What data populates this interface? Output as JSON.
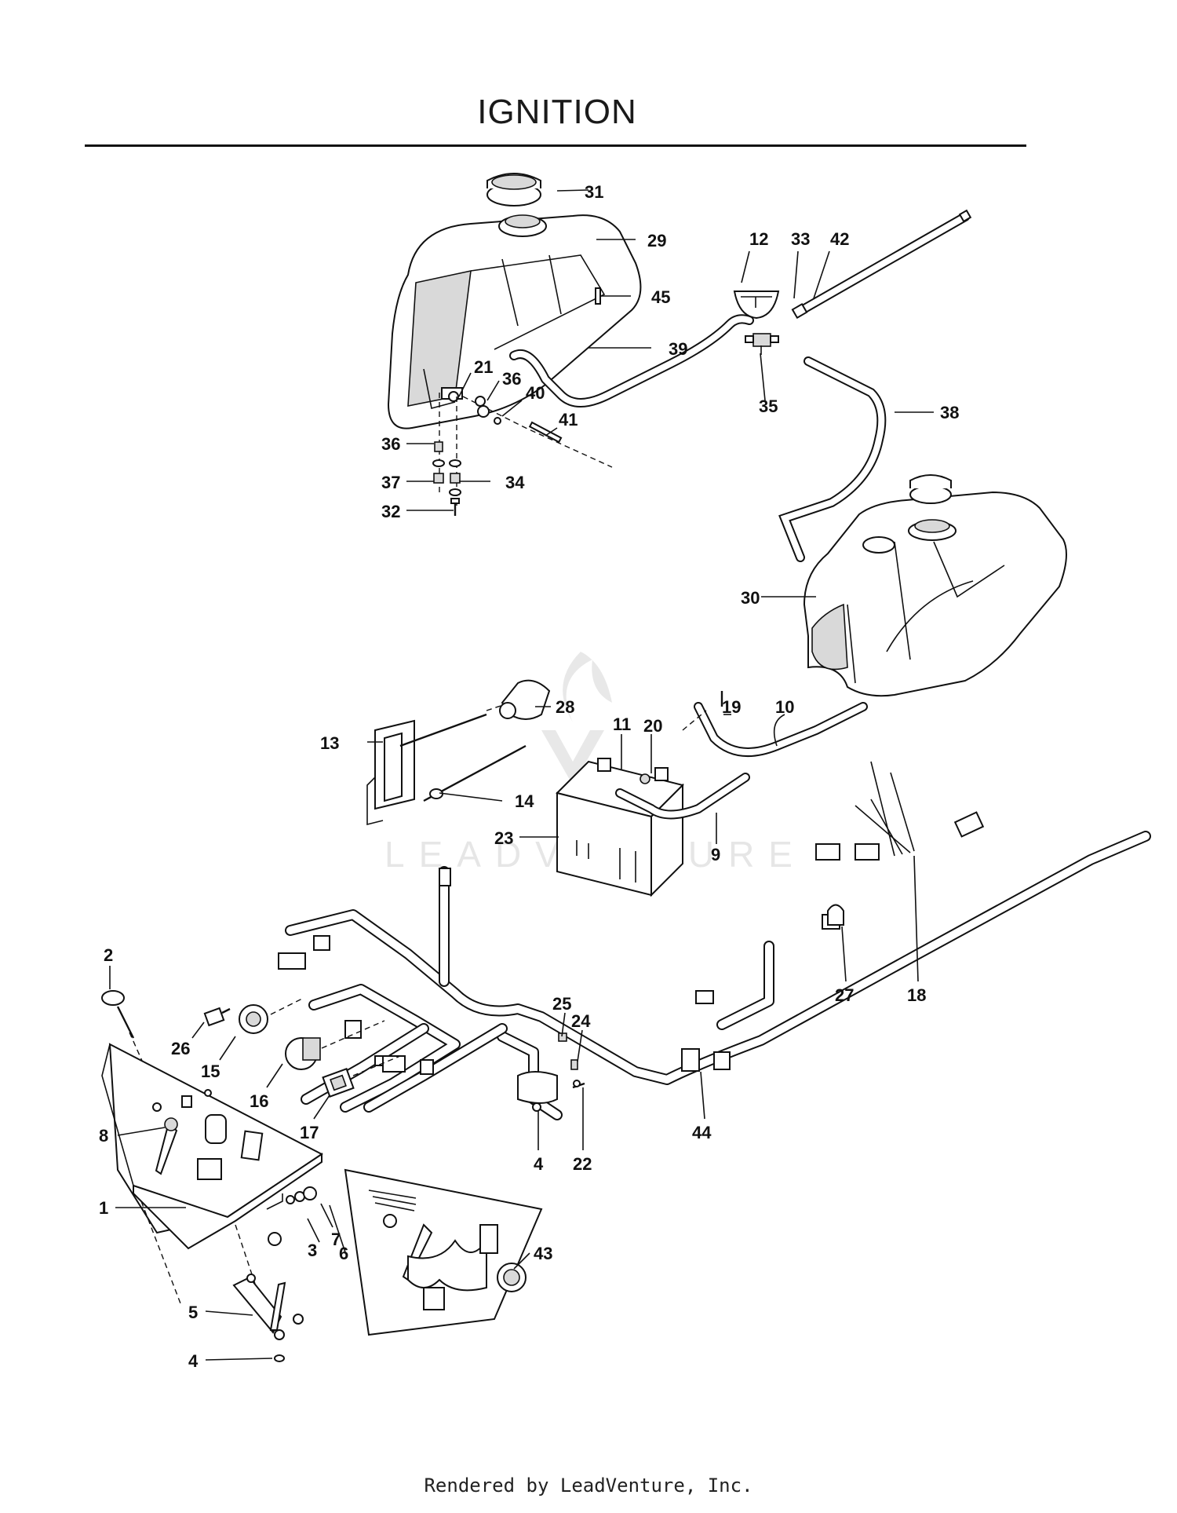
{
  "page": {
    "title": "IGNITION",
    "footer": "Rendered by LeadVenture, Inc.",
    "watermark": "LEADVENTURE"
  },
  "callouts": [
    {
      "id": "c31",
      "label": "31"
    },
    {
      "id": "c29",
      "label": "29"
    },
    {
      "id": "c12",
      "label": "12"
    },
    {
      "id": "c33",
      "label": "33"
    },
    {
      "id": "c42",
      "label": "42"
    },
    {
      "id": "c45",
      "label": "45"
    },
    {
      "id": "c39",
      "label": "39"
    },
    {
      "id": "c21",
      "label": "21"
    },
    {
      "id": "c36a",
      "label": "36"
    },
    {
      "id": "c40",
      "label": "40"
    },
    {
      "id": "c41",
      "label": "41"
    },
    {
      "id": "c36b",
      "label": "36"
    },
    {
      "id": "c37",
      "label": "37"
    },
    {
      "id": "c34",
      "label": "34"
    },
    {
      "id": "c32",
      "label": "32"
    },
    {
      "id": "c35",
      "label": "35"
    },
    {
      "id": "c38",
      "label": "38"
    },
    {
      "id": "c30",
      "label": "30"
    },
    {
      "id": "c28",
      "label": "28"
    },
    {
      "id": "c11",
      "label": "11"
    },
    {
      "id": "c20",
      "label": "20"
    },
    {
      "id": "c19",
      "label": "19"
    },
    {
      "id": "c10",
      "label": "10"
    },
    {
      "id": "c13",
      "label": "13"
    },
    {
      "id": "c14",
      "label": "14"
    },
    {
      "id": "c23",
      "label": "23"
    },
    {
      "id": "c9",
      "label": "9"
    },
    {
      "id": "c2",
      "label": "2"
    },
    {
      "id": "c26",
      "label": "26"
    },
    {
      "id": "c15",
      "label": "15"
    },
    {
      "id": "c16",
      "label": "16"
    },
    {
      "id": "c17",
      "label": "17"
    },
    {
      "id": "c25",
      "label": "25"
    },
    {
      "id": "c24",
      "label": "24"
    },
    {
      "id": "c27",
      "label": "27"
    },
    {
      "id": "c18",
      "label": "18"
    },
    {
      "id": "c8",
      "label": "8"
    },
    {
      "id": "c4a",
      "label": "4"
    },
    {
      "id": "c22",
      "label": "22"
    },
    {
      "id": "c44",
      "label": "44"
    },
    {
      "id": "c1",
      "label": "1"
    },
    {
      "id": "c7",
      "label": "7"
    },
    {
      "id": "c3",
      "label": "3"
    },
    {
      "id": "c6",
      "label": "6"
    },
    {
      "id": "c43",
      "label": "43"
    },
    {
      "id": "c5",
      "label": "5"
    },
    {
      "id": "c4b",
      "label": "4"
    }
  ]
}
